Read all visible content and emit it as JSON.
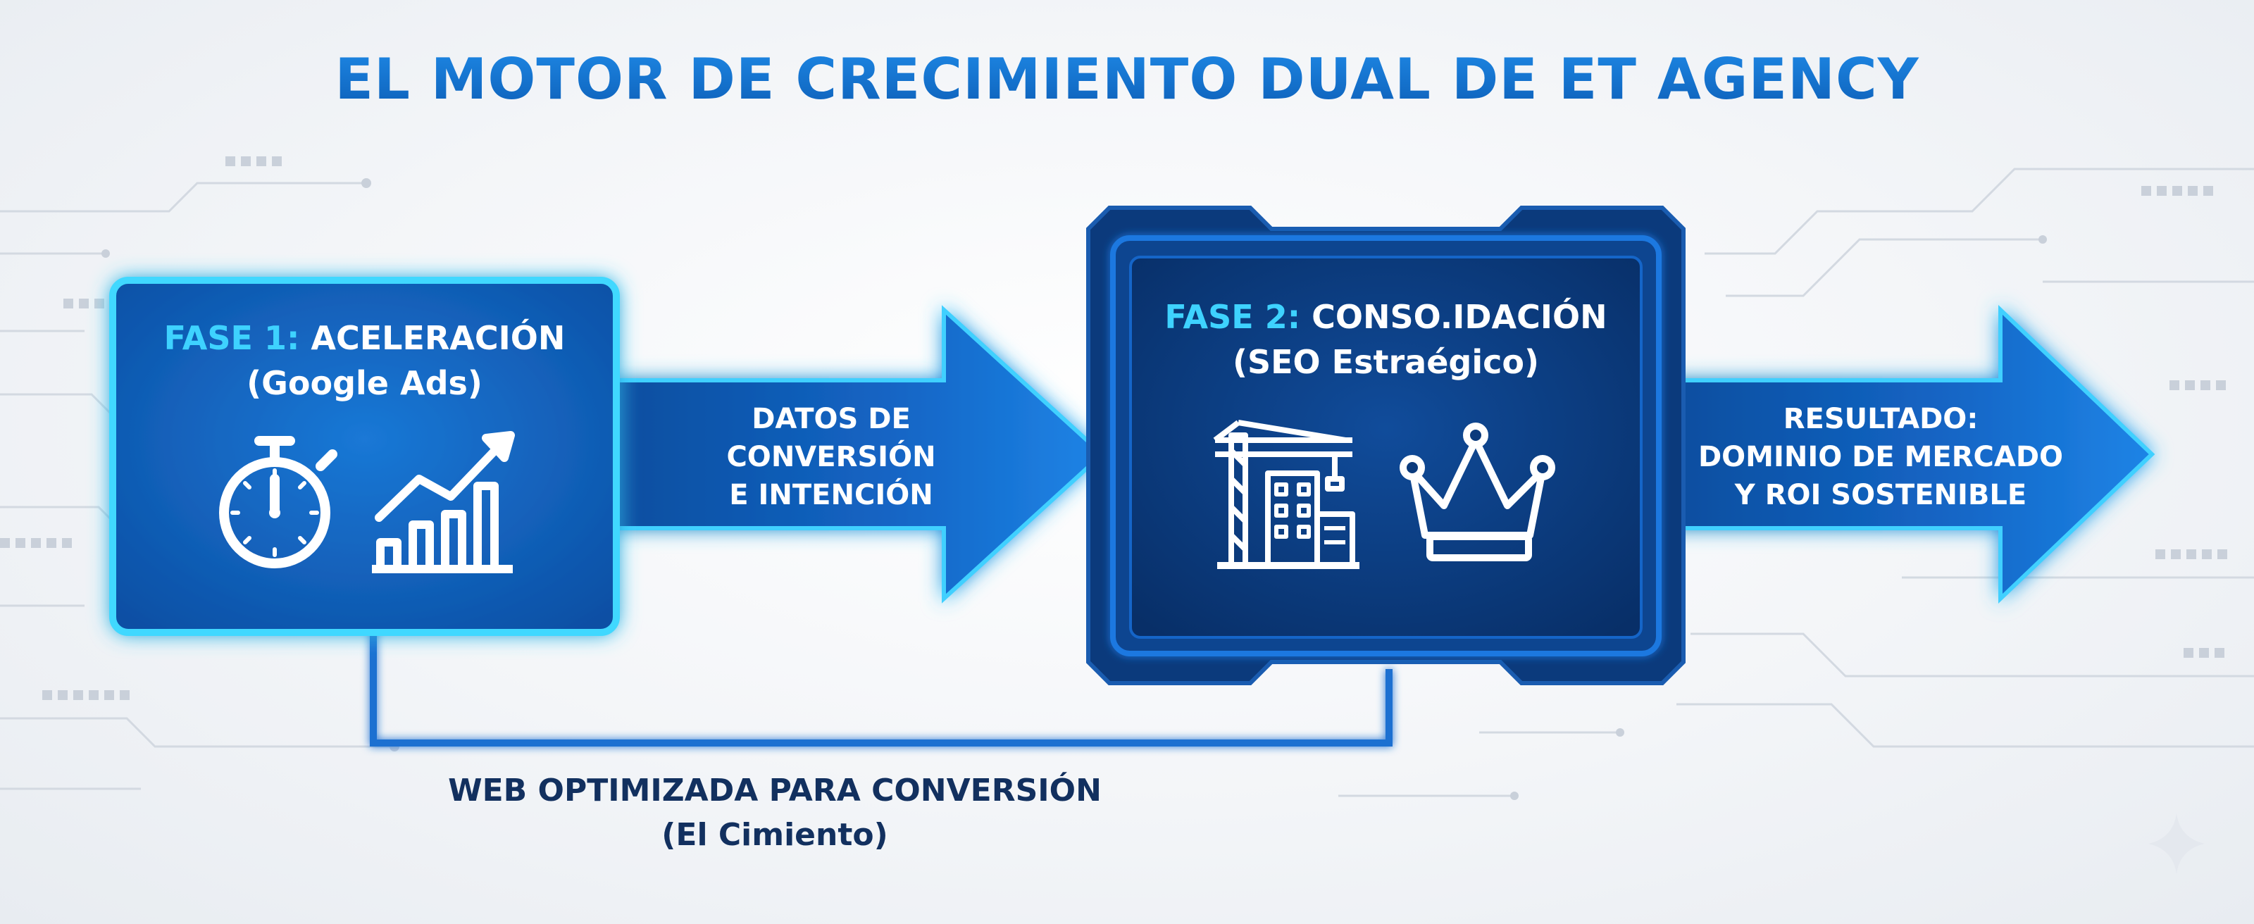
{
  "title": "EL MOTOR DE CRECIMIENTO DUAL DE ET AGENCY",
  "phase1": {
    "prefix": "FASE 1:",
    "name": "ACELERACIÓN",
    "subtitle": "(Google Ads)",
    "icons": [
      "stopwatch-icon",
      "growth-chart-icon"
    ]
  },
  "arrow1": {
    "line1": "DATOS DE",
    "line2": "CONVERSIÓN",
    "line3": "E INTENCIÓN"
  },
  "phase2": {
    "prefix": "FASE 2:",
    "name": "CONSO.IDACIÓN",
    "subtitle": "(SEO Estraégico)",
    "icons": [
      "construction-crane-icon",
      "crown-icon"
    ]
  },
  "arrow2": {
    "line1": "RESULTADO:",
    "line2": "DOMINIO DE MERCADO",
    "line3": "Y ROI SOSTENIBLE"
  },
  "foundation": {
    "label": "WEB OPTIMIZADA PARA CONVERSIÓN",
    "sublabel": "(El Cimiento)"
  },
  "colors": {
    "title": "#1e88e5",
    "box_fill": "#1262c2",
    "box2_fill": "#0b3a7c",
    "glow": "#33ccff",
    "accent_text": "#3ed2ff",
    "dark_text": "#12305f"
  }
}
